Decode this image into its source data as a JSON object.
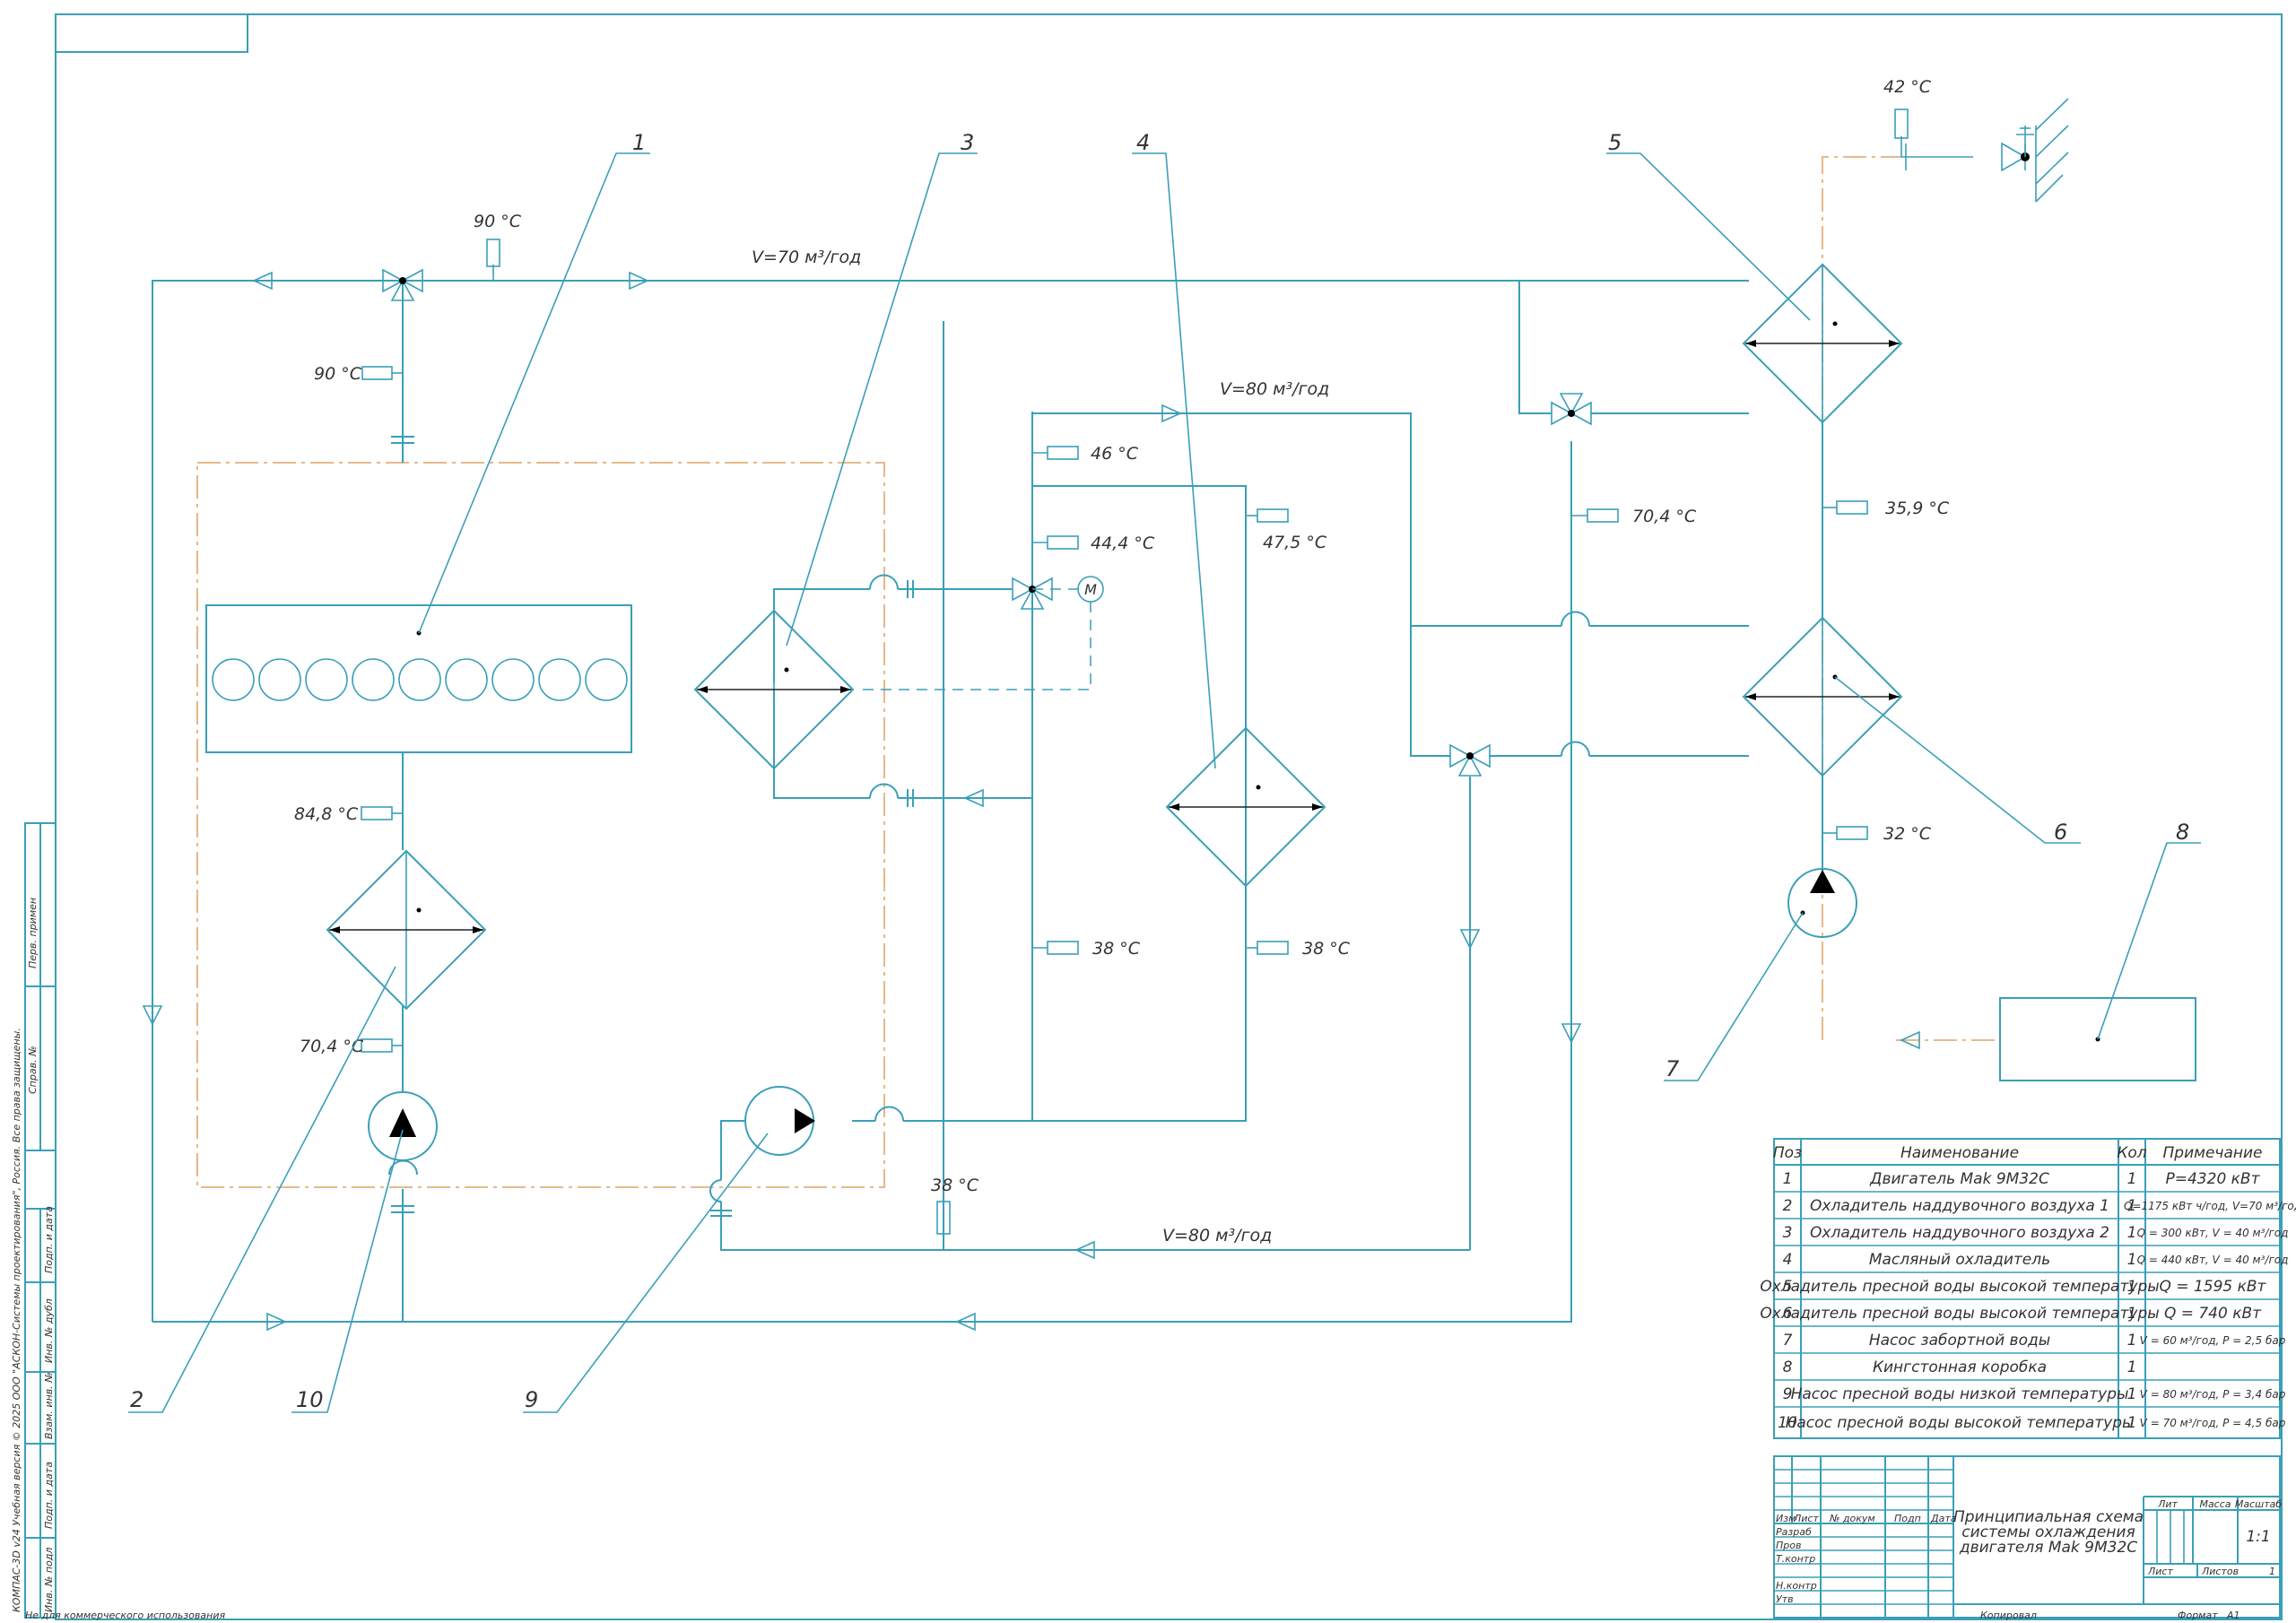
{
  "flows": {
    "upper": "V=70 м³/год",
    "middle": "V=80 м³/год",
    "lower": "V=80 м³/год"
  },
  "temps": {
    "t_top_90": "90 °С",
    "t_left_90": "90 °С",
    "t_42": "42 °С",
    "t_46": "46 °С",
    "t_44_4": "44,4 °С",
    "t_47_5": "47,5 °С",
    "t_70_4_right": "70,4 °С",
    "t_35_9": "35,9 °С",
    "t_84_8": "84,8 °С",
    "t_70_4_left": "70,4 °С",
    "t_38_a": "38 °С",
    "t_38_b": "38 °С",
    "t_32": "32 °С",
    "t_38_bottom": "38 °С"
  },
  "motor_label": "М",
  "callouts": [
    "1",
    "2",
    "3",
    "4",
    "5",
    "6",
    "7",
    "8",
    "9",
    "10"
  ],
  "spec_table": {
    "headers": {
      "pos": "Поз",
      "name": "Наименование",
      "qty": "Кол",
      "note": "Примечание"
    },
    "rows": [
      {
        "pos": "1",
        "name": "Двигатель Mak 9M32C",
        "qty": "1",
        "note": "P=4320 кВт"
      },
      {
        "pos": "2",
        "name": "Охладитель наддувочного воздуха 1",
        "qty": "1",
        "note": "Q=1175 кВт ч/год, V=70 м³/год"
      },
      {
        "pos": "3",
        "name": "Охладитель наддувочного воздуха 2",
        "qty": "1",
        "note": "Q = 300 кВт, V = 40 м³/год"
      },
      {
        "pos": "4",
        "name": "Масляный охладитель",
        "qty": "1",
        "note": "Q = 440 кВт, V = 40 м³/год"
      },
      {
        "pos": "5",
        "name": "Охладитель пресной воды высокой температуры",
        "qty": "1",
        "note": "Q = 1595 кВт"
      },
      {
        "pos": "6",
        "name": "Охладитель пресной воды высокой температуры",
        "qty": "1",
        "note": "Q = 740 кВт"
      },
      {
        "pos": "7",
        "name": "Насос забортной воды",
        "qty": "1",
        "note": "V = 60 м³/год, P = 2,5 бар"
      },
      {
        "pos": "8",
        "name": "Кингстонная коробка",
        "qty": "1",
        "note": ""
      },
      {
        "pos": "9",
        "name": "Насос пресной воды низкой температуры",
        "qty": "1",
        "note": "V = 80 м³/год, P = 3,4 бар"
      },
      {
        "pos": "10",
        "name": "Насос пресной воды высокой температуры",
        "qty": "1",
        "note": "V = 70 м³/год, P = 4,5 бар"
      }
    ]
  },
  "title_block": {
    "title_line1": "Принципиальная схема",
    "title_line2": "системы охлаждения",
    "title_line3": "двигателя Mak 9M32C",
    "col_izm": "Изм",
    "col_list": "Лист",
    "col_doc": "№ докум",
    "col_sign": "Подп",
    "col_date": "Дата",
    "row_razrab": "Разраб",
    "row_prov": "Пров",
    "row_tkontr": "Т.контр",
    "row_nkontr": "Н.контр",
    "row_utv": "Утв",
    "lit": "Лит",
    "mass": "Масса",
    "scale": "Масштаб",
    "scale_value": "1:1",
    "sheet": "Лист",
    "sheets": "Листов",
    "sheets_value": "1",
    "copied": "Копировал",
    "format": "Формат",
    "format_value": "A1"
  },
  "side_stamp": {
    "perv_primen": "Перв. примен",
    "sprav": "Справ. №",
    "podp_data1": "Подп. и дата",
    "inv_dubl": "Инв. № дубл",
    "vzam_inv": "Взам. инв. №",
    "podp_data2": "Подп. и дата",
    "inv_podl": "Инв. № подл",
    "kompas": "КОМПАС-3D v24 Учебная версия © 2025 ООО \"АСКОН-Системы проектирования\", Россия. Все права защищены."
  },
  "footer_note": "Не для коммерческого использования",
  "colors": {
    "line": "#3a9fb8",
    "seawater": "#e3b07a",
    "text": "#333333",
    "background": "#ffffff"
  }
}
